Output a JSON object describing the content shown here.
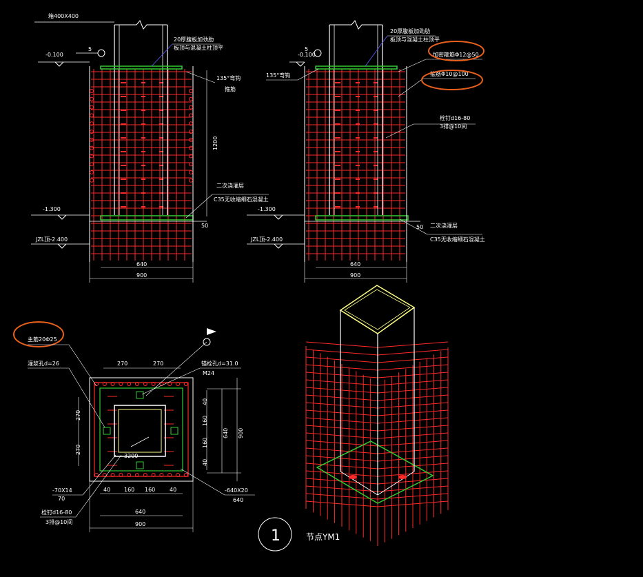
{
  "colors": {
    "background": "#000000",
    "rebar": "#ff2a2a",
    "steel": "#ffffff",
    "plate": "#33cc33",
    "leader": "#5a5aff",
    "highlight": "#e8601c",
    "iso_column": "#ffff88"
  },
  "left_section": {
    "col_label": "箱400X400",
    "level_top": "-0.100",
    "axis_num": "5",
    "note_stiff_1": "20厚腹板加劲肋",
    "note_stiff_2": "板顶与混凝土柱顶平",
    "note_hook_1": "135°弯钩",
    "note_hook_2": "箍筋",
    "dim_height": "1200",
    "note_grout_1": "二次浇灌层",
    "note_grout_2": "C35无收缩细石混凝土",
    "level_mid": "-1.300",
    "level_bottom": "JZL顶-2.400",
    "dim_50": "50",
    "dim_640": "640",
    "dim_900": "900"
  },
  "right_section": {
    "level_top": "-0.100",
    "axis_num": "5",
    "note_hook": "135°弯钩",
    "note_stiff_1": "20厚腹板加劲肋",
    "note_stiff_2": "板顶与混凝土柱顶平",
    "note_hoop_encrypt": "加密箍筋Φ12@50",
    "note_hoop": "箍筋Φ10@100",
    "note_stud_1": "栓钉d16-80",
    "note_stud_2": "3排@10间",
    "level_mid": "-1.300",
    "dim_50": "50",
    "note_grout_1": "二次浇灌层",
    "note_grout_2": "C35无收缩细石混凝土",
    "level_bottom": "JZL顶-2.400",
    "dim_640": "640",
    "dim_900": "900"
  },
  "plan": {
    "note_main_bar": "主筋20Φ25",
    "note_hole": "灌浆孔d=26",
    "note_anchor": "锚栓孔d=31.0",
    "note_anchor_size": "M24",
    "dim_top_270a": "270",
    "dim_top_270b": "270",
    "dim_left_270a": "270",
    "dim_left_270b": "270",
    "dim_r_40a": "40",
    "dim_r_160a": "160",
    "dim_r_160b": "160",
    "dim_r_40b": "40",
    "dim_r_640": "640",
    "dim_r_900": "900",
    "note_plate_small": "-70X14",
    "note_70": "70",
    "note_base_plate": "-640X20",
    "note_640": "640",
    "dim_b_40a": "40",
    "dim_b_160a": "160",
    "dim_b_160b": "160",
    "dim_b_40b": "40",
    "dim_b_640": "640",
    "dim_b_900": "900",
    "note_stud_1": "栓钉d16-80",
    "note_stud_2": "3排@10间",
    "center_text": "3200"
  },
  "detail_number": "1",
  "detail_title": "节点YM1"
}
